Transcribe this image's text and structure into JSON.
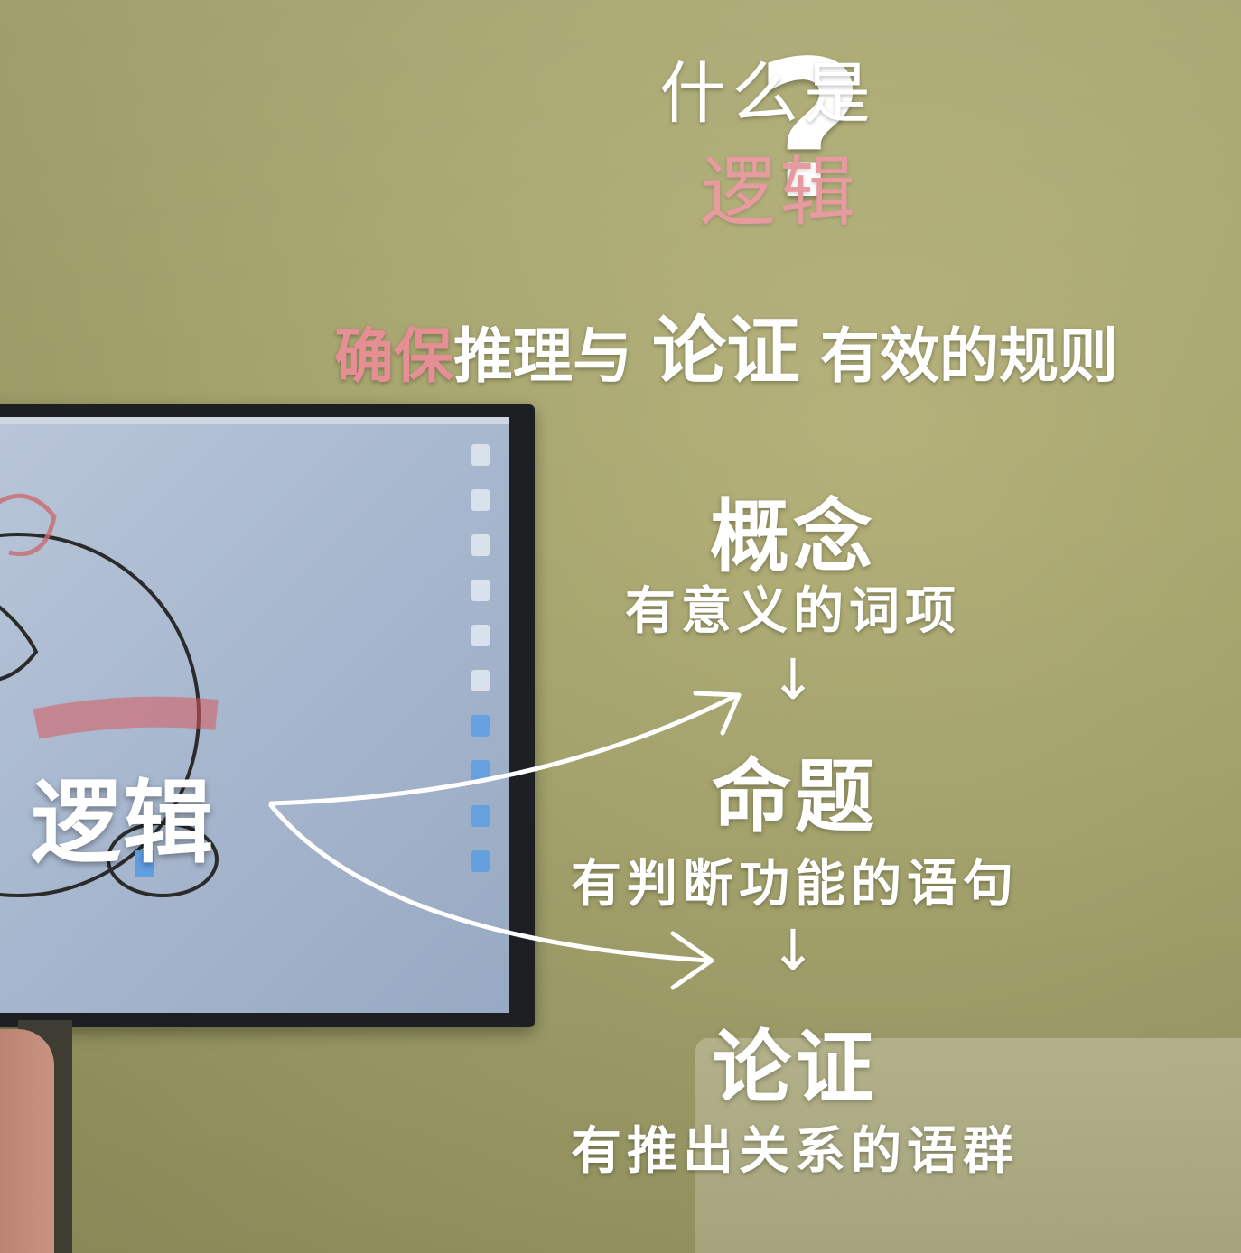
{
  "title": {
    "line1": "什么是",
    "line2": "逻辑",
    "question_mark": "?"
  },
  "definition": {
    "highlight": "确保",
    "part1": "推理与",
    "emphasis": "论证",
    "part2": "有效的规则"
  },
  "logic_label": "逻辑",
  "hierarchy": [
    {
      "term": "概念",
      "description": "有意义的词项"
    },
    {
      "term": "命题",
      "description": "有判断功能的语句"
    },
    {
      "term": "论证",
      "description": "有推出关系的语群"
    }
  ],
  "arrow_glyph": "↓",
  "colors": {
    "text": "#ffffff",
    "accent_pink": "#e58f95",
    "wall": "#a6a56e"
  }
}
